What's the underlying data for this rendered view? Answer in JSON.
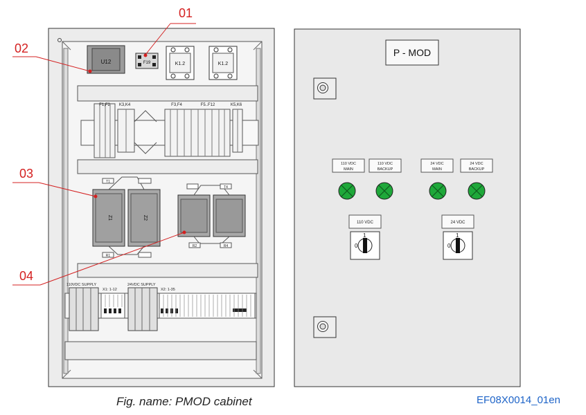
{
  "callouts": [
    "01",
    "02",
    "03",
    "04"
  ],
  "left_cabinet": {
    "devices": {
      "u12": "U12",
      "f19": "F19",
      "k12a": "K1.2",
      "k12b": "K1.2"
    },
    "rail_labels": [
      "F1,F2",
      "K3,K4",
      "F3,F4",
      "F5..F12",
      "K5,K6"
    ],
    "transformers": {
      "z1": "Z1",
      "z2": "Z2",
      "t1": "T1",
      "t4": "T4",
      "r1": "R1",
      "r2": "R2",
      "r4": "R4"
    },
    "terminals": {
      "label_110": "110VDC SUPPLY",
      "label_24": "24VDC SUPPLY",
      "x1": "X1: 1-12",
      "x2": "X2: 1-35"
    }
  },
  "right_cabinet": {
    "nameplate": "P - MOD",
    "lamps": [
      {
        "line1": "110 VDC",
        "line2": "MAIN"
      },
      {
        "line1": "110 VDC",
        "line2": "BACKUP"
      },
      {
        "line1": "24 VDC",
        "line2": "MAIN"
      },
      {
        "line1": "24 VDC",
        "line2": "BACKUP"
      }
    ],
    "switches": [
      {
        "label": "110 VDC",
        "off": "0",
        "on": "1"
      },
      {
        "label": "24 VDC",
        "off": "0",
        "on": "1"
      }
    ]
  },
  "caption": "Fig. name: PMOD cabinet",
  "figure_code": "EF08X0014_01en",
  "colors": {
    "callout": "#d42020",
    "lamp": "#1fa83a",
    "code": "#1e64c8",
    "gray_device": "#a8a8a8",
    "panel": "#e9e9e9"
  }
}
